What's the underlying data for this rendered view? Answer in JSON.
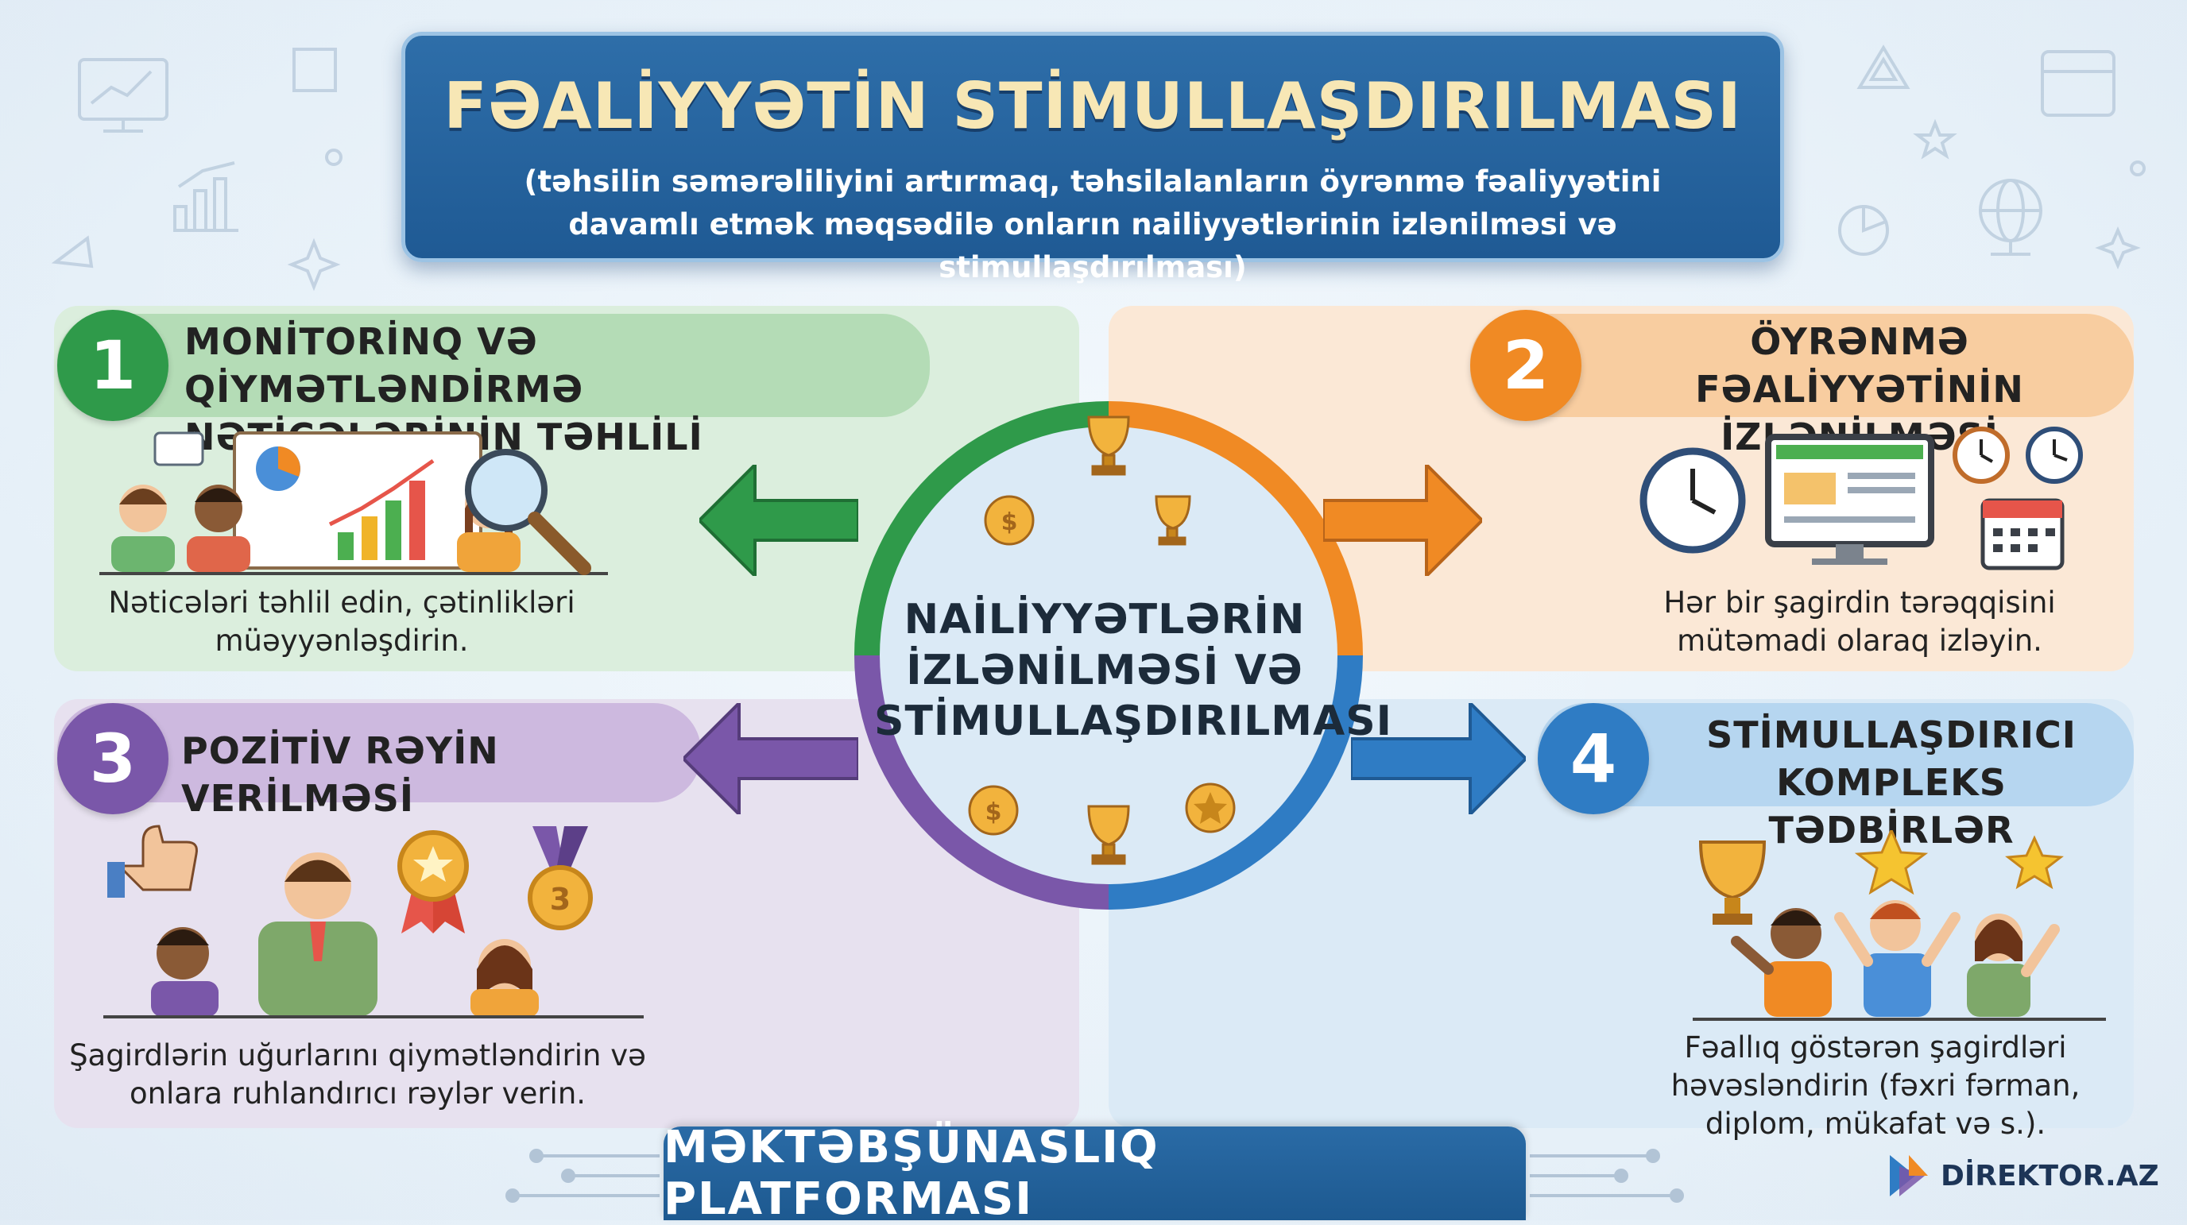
{
  "header": {
    "title": "FƏALİYYƏTİN STİMULLAŞDIRILMASI",
    "subtitle": "(təhsilin səmərəliliyini artırmaq, təhsilalanların öyrənmə fəaliyyətini davamlı etmək məqsədilə onların nailiyyətlərinin izlənilməsi və stimullaşdırılması)"
  },
  "center": {
    "title": "NAİLİYYƏTLƏRİN İZLƏNİLMƏSİ VƏ STİMULLAŞDIRILMASI"
  },
  "sections": [
    {
      "number": "1",
      "title": "MONİTORİNQ VƏ QİYMƏTLƏNDİRMƏ NƏTİCƏLƏRİNİN TƏHLİLİ",
      "description": "Nəticələri təhlil edin, çətinlikləri müəyyənləşdirin.",
      "color": "#2f9a4a"
    },
    {
      "number": "2",
      "title": "ÖYRƏNMƏ FƏALİYYƏTİNİN İZLƏNİLMƏSİ",
      "description": "Hər bir şagirdin tərəqqisini mütəmadi olaraq izləyin.",
      "color": "#f08a24"
    },
    {
      "number": "3",
      "title": "POZİTİV RƏYİN VERİLMƏSİ",
      "description": "Şagirdlərin uğurlarını qiymətləndirin və onlara ruhlandırıcı rəylər verin.",
      "color": "#7a57a9"
    },
    {
      "number": "4",
      "title": "STİMULLAŞDIRICI KOMPLEKS TƏDBİRLƏR",
      "description": "Fəallıq göstərən şagirdləri həvəsləndirin (fəxri fərman, diplom, mükafat və s.).",
      "color": "#2f7cc4"
    }
  ],
  "footer": {
    "label": "MƏKTƏBŞÜNASLIQ PLATFORMASI"
  },
  "brand": {
    "name": "DİREKTOR.AZ"
  }
}
